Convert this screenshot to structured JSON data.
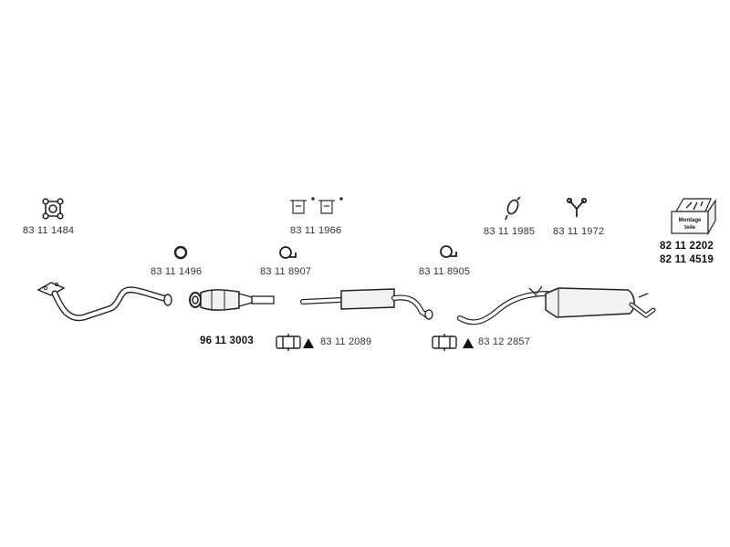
{
  "parts": {
    "gasket_square": "83 11 1484",
    "bracket_pair": "83 11 1966",
    "hanger_loop": "83 11 1985",
    "hanger_y": "83 11 1972",
    "ring_gasket": "83 11 1496",
    "clamp_front": "83 11 8907",
    "clamp_rear": "83 11 8905",
    "catalyst": "96 11 3003",
    "sleeve_front": "83 11 2089",
    "sleeve_rear": "83 12 2857",
    "kit_1": "82 11 2202",
    "kit_2": "82 11 4519"
  },
  "kit_box_text": "Montage teile"
}
